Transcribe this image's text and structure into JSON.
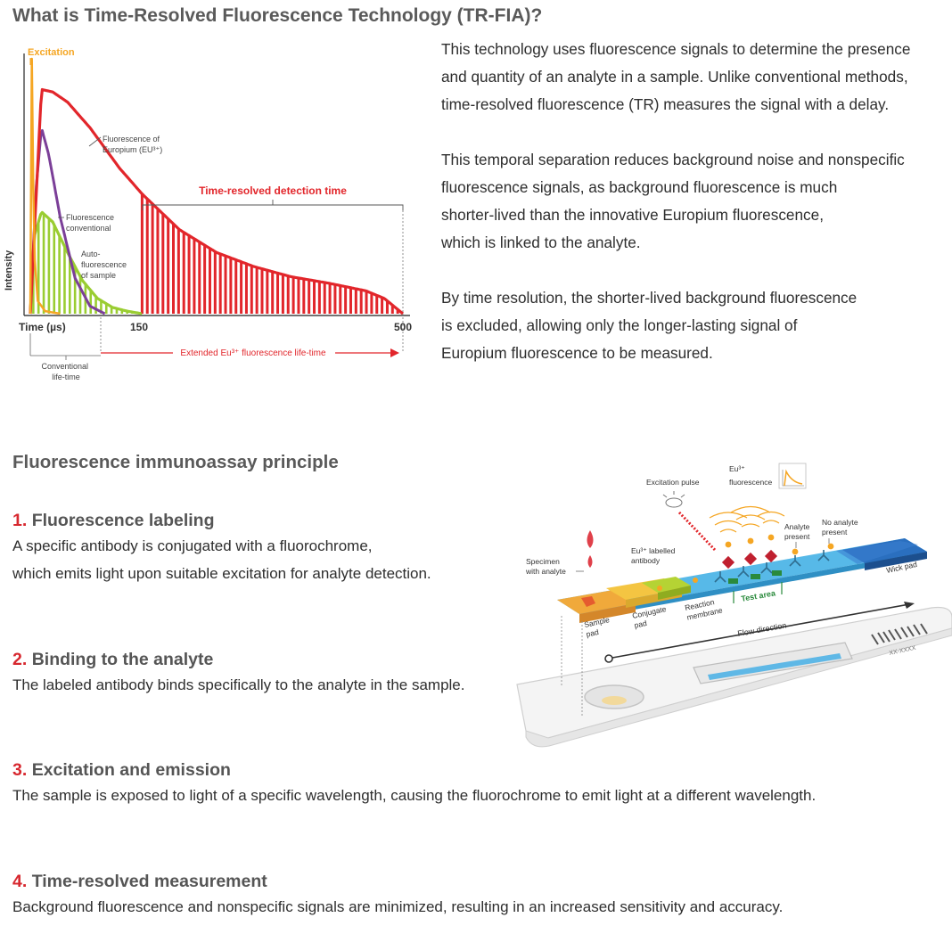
{
  "title": "What is Time-Resolved Fluorescence Technology (TR-FIA)?",
  "intro": [
    [
      "This technology uses fluorescence signals to determine the presence",
      "and quantity of an analyte in a sample. Unlike conventional methods,",
      "time-resolved fluorescence (TR) measures the signal with a delay."
    ],
    [
      "This temporal separation reduces background noise and nonspecific",
      "fluorescence signals, as background fluorescence is much",
      "shorter-lived than the innovative Europium fluorescence,",
      "which is linked to the analyte."
    ],
    [
      "By time resolution, the shorter-lived background fluorescence",
      "is excluded, allowing only the longer-lasting signal of",
      "Europium fluorescence to be measured."
    ]
  ],
  "chart_data": {
    "type": "area",
    "xlabel": "Time (µs)",
    "ylabel": "Intensity",
    "x_ticks": [
      "150",
      "500"
    ],
    "annotations": {
      "excitation": "Excitation",
      "europium": [
        "Fluorescence of",
        "Europium (EU³⁺)"
      ],
      "conventional": [
        "Fluorescence",
        "conventional"
      ],
      "auto": [
        "Auto-",
        "fluorescence",
        "of sample"
      ],
      "window": "Time-resolved detection time",
      "conventional_life": [
        "Conventional",
        "life-time"
      ],
      "extended_life": "Extended Eu³⁺ fluorescence life-time"
    },
    "series": [
      {
        "name": "Excitation",
        "color": "#f5a623",
        "x": [
          0,
          2,
          5,
          10,
          20,
          40
        ],
        "y": [
          0,
          100,
          25,
          5,
          1,
          0
        ]
      },
      {
        "name": "Fluorescence of Europium (EU³⁺)",
        "color": "#e2262b",
        "x": [
          0,
          15,
          30,
          50,
          80,
          120,
          150,
          200,
          250,
          300,
          350,
          400,
          450,
          475,
          500
        ],
        "y": [
          0,
          88,
          87,
          83,
          73,
          57,
          47,
          33,
          24,
          18.5,
          14.5,
          12,
          9,
          6,
          0
        ]
      },
      {
        "name": "Fluorescence conventional",
        "color": "#7b3f98",
        "x": [
          0,
          8,
          15,
          25,
          40,
          60,
          80,
          100
        ],
        "y": [
          0,
          50,
          73,
          62,
          38,
          14,
          3,
          0
        ]
      },
      {
        "name": "Auto-fluorescence of sample",
        "color": "#9acd32",
        "x": [
          0,
          5,
          15,
          30,
          50,
          70,
          90,
          110,
          130,
          150
        ],
        "y": [
          0,
          30,
          40,
          36,
          24,
          13,
          6,
          2.5,
          1,
          0
        ]
      }
    ]
  },
  "section2_title": "Fluorescence immunoassay principle",
  "steps": [
    {
      "num": "1.",
      "title": "Fluorescence labeling",
      "lines": [
        "A specific antibody is conjugated with a fluorochrome,",
        "which emits light upon suitable excitation for analyte detection."
      ]
    },
    {
      "num": "2.",
      "title": "Binding to the analyte",
      "lines": [
        "The labeled antibody binds specifically to the analyte in the sample."
      ]
    },
    {
      "num": "3.",
      "title": "Excitation and emission",
      "lines": [
        "The sample is exposed to light of a specific wavelength, causing the fluorochrome to emit light at a different wavelength."
      ]
    },
    {
      "num": "4.",
      "title": "Time-resolved measurement",
      "lines": [
        "Background fluorescence and nonspecific signals are minimized, resulting in an increased sensitivity and accuracy."
      ]
    }
  ],
  "strip": {
    "excitation_pulse": "Excitation pulse",
    "eu_fluorescence": [
      "Eu³⁺",
      "fluorescence"
    ],
    "analyte_present": [
      "Analyte",
      "present"
    ],
    "no_analyte": [
      "No analyte",
      "present"
    ],
    "specimen": [
      "Specimen",
      "with analyte"
    ],
    "eu_labelled": [
      "Eu³⁺ labelled",
      "antibody"
    ],
    "wick_pad": "Wick pad",
    "sample_pad": [
      "Sample",
      "pad"
    ],
    "conjugate_pad": [
      "Conjugate",
      "pad"
    ],
    "reaction_membrane": [
      "Reaction",
      "membrane"
    ],
    "test_area": "Test area",
    "flow_direction": "Flow direction",
    "barcode_text": "XX-XXXX"
  }
}
